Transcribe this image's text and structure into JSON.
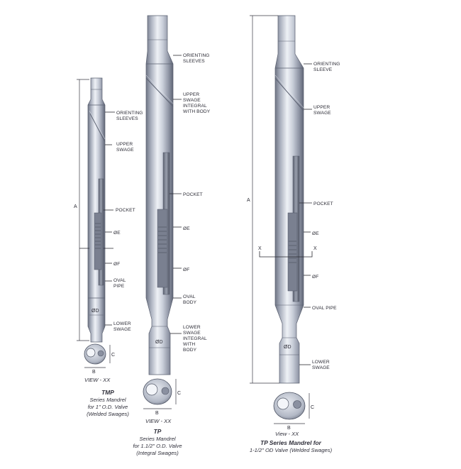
{
  "colors": {
    "steel_dark": "#7d8393",
    "steel_mid": "#b9bfcb",
    "steel_light": "#eef1f6",
    "ink": "#2b2b35"
  },
  "tools": [
    {
      "id": "tmp",
      "callouts": [
        "ORIENTING",
        "SLEEVES",
        "UPPER",
        "SWAGE",
        "POCKET",
        "ØE",
        "ØF",
        "OVAL",
        "PIPE",
        "LOWER",
        "SWAGE"
      ],
      "dims": {
        "a": "A",
        "od": "ØD",
        "b": "B",
        "c": "C"
      },
      "view": "VIEW - XX",
      "caption": [
        "TMP",
        "Series Mandrel",
        "for 1\" O.D. Valve",
        "(Welded Swages)"
      ]
    },
    {
      "id": "tp_integral",
      "callouts": [
        "ORIENTING",
        "SLEEVES",
        "UPPER",
        "SWAGE",
        "INTEGRAL",
        "WITH BODY",
        "POCKET",
        "ØE",
        "ØF",
        "OVAL",
        "BODY",
        "LOWER",
        "SWAGE",
        "INTEGRAL",
        "WITH",
        "BODY"
      ],
      "dims": {
        "od": "ØD",
        "b": "B",
        "c": "C"
      },
      "view": "VIEW - XX",
      "caption": [
        "TP",
        "Series Mandrel",
        "for 1.1/2\" O.D. Valve",
        "(Integral Swages)"
      ]
    },
    {
      "id": "tp_welded",
      "callouts": [
        "ORIENTING",
        "SLEEVE",
        "UPPER",
        "SWAGE",
        "POCKET",
        "ØE",
        "ØF",
        "OVAL PIPE",
        "LOWER",
        "SWAGE"
      ],
      "dims": {
        "a": "A",
        "x": "X",
        "od": "ØD",
        "b": "B",
        "c": "C"
      },
      "view": "View - XX",
      "caption": [
        "TP Series Mandrel for",
        "1-1/2\" OD Valve (Welded Swages)"
      ]
    }
  ]
}
